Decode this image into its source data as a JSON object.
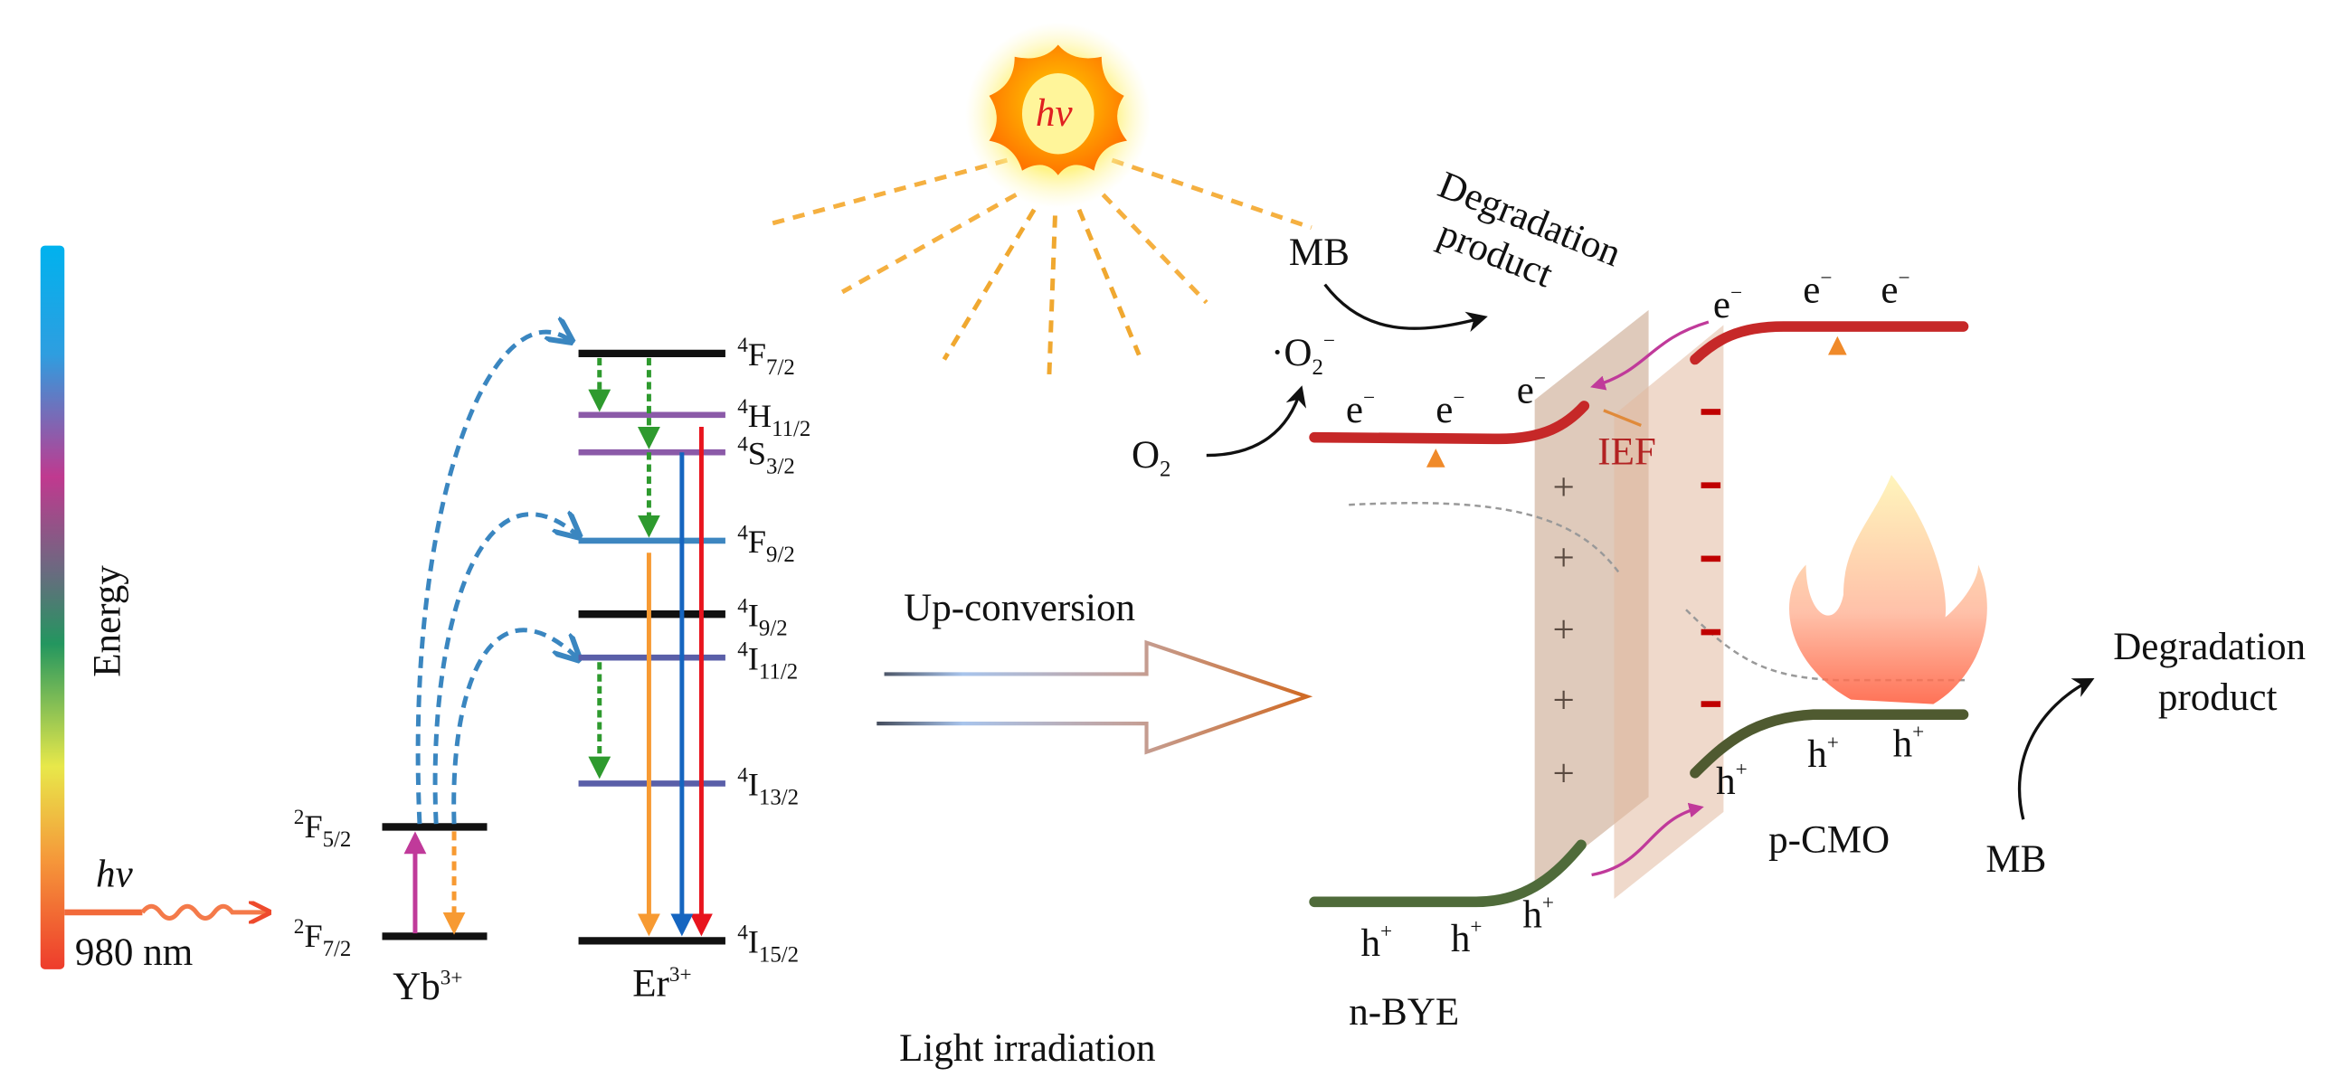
{
  "energy_axis": {
    "label": "Energy",
    "gradient_colors": [
      "#00b2ee",
      "#3a8fd6",
      "#c0398f",
      "#6a6a80",
      "#23965f",
      "#e8e84a",
      "#f5973a",
      "#ee3c2c"
    ]
  },
  "excitation": {
    "symbol": "hv",
    "wavelength": "980 nm"
  },
  "yb_levels": {
    "ion": {
      "base": "Yb",
      "sup": "3+"
    },
    "levels": [
      {
        "sup": "2",
        "term": "F",
        "sub": "5/2"
      },
      {
        "sup": "2",
        "term": "F",
        "sub": "7/2"
      }
    ]
  },
  "er_levels": {
    "ion": {
      "base": "Er",
      "sup": "3+"
    },
    "levels": [
      {
        "sup": "4",
        "term": "F",
        "sub": "7/2",
        "color": "#111111"
      },
      {
        "sup": "4",
        "term": "H",
        "sub": "11/2",
        "color": "#8b5aa8"
      },
      {
        "sup": "4",
        "term": "S",
        "sub": "3/2",
        "color": "#8b5aa8"
      },
      {
        "sup": "4",
        "term": "F",
        "sub": "9/2",
        "color": "#3d86c0"
      },
      {
        "sup": "4",
        "term": "I",
        "sub": "9/2",
        "color": "#111111"
      },
      {
        "sup": "4",
        "term": "I",
        "sub": "11/2",
        "color": "#5a5fa8"
      },
      {
        "sup": "4",
        "term": "I",
        "sub": "13/2",
        "color": "#5a5fa8"
      },
      {
        "sup": "4",
        "term": "I",
        "sub": "15/2",
        "color": "#111111"
      }
    ],
    "emission_colors": {
      "orange": "#f79a32",
      "blue": "#1565c0",
      "red": "#e8141e",
      "green": "#2e9a2e",
      "energy_transfer": "#3a86c0",
      "absorption": "#c03a9a"
    }
  },
  "sun": {
    "symbol": "hv",
    "fill": "#ff8c00",
    "center": "#fff7a0",
    "text_color": "#e02020"
  },
  "middle": {
    "upconversion_label": "Up-conversion",
    "light_label": "Light irradiation"
  },
  "heterojunction": {
    "left_material": "n-BYE",
    "right_material": "p-CMO",
    "field_label": "IEF",
    "electron": {
      "base": "e",
      "sup": "−"
    },
    "hole": {
      "base": "h",
      "sup": "+"
    },
    "plus_sign": "+",
    "minus_sign": "−",
    "cb_color": "#c62828",
    "vb_color": "#4f6b3a",
    "reactions": {
      "o2": {
        "base": "O",
        "sub": "2"
      },
      "superoxide": {
        "prefix": "·",
        "base": "O",
        "sub": "2",
        "sup": "−"
      },
      "mb_top": "MB",
      "degradation_top": [
        "Degradation",
        "product"
      ],
      "mb_right": "MB",
      "degradation_right": [
        "Degradation",
        "product"
      ]
    }
  }
}
